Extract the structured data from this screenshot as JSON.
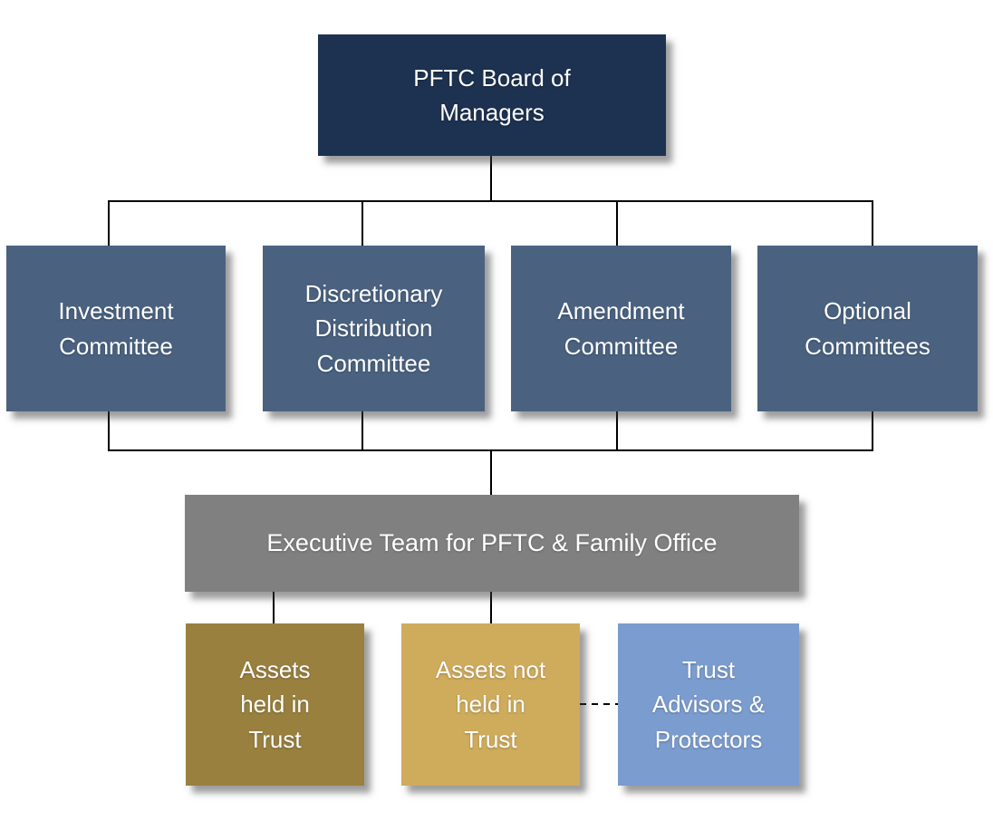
{
  "colors": {
    "background": "#ffffff",
    "connector": "#000000",
    "text": "#ffffff",
    "board_box": "#1d3150",
    "committee_box": "#4a6280",
    "executive_box": "#808080",
    "assets_held_box": "#99803f",
    "assets_not_held_box": "#cfab5c",
    "trust_advisors_box": "#7b9cce"
  },
  "org_chart": {
    "board": {
      "label": "PFTC Board of Managers",
      "lines": [
        "PFTC Board of",
        "Managers"
      ],
      "color": "#1d3150"
    },
    "investment": {
      "label": "Investment Committee",
      "lines": [
        "Investment",
        "Committee"
      ],
      "color": "#4a6280"
    },
    "discretionary": {
      "label": "Discretionary Distribution Committee",
      "lines": [
        "Discretionary",
        "Distribution",
        "Committee"
      ],
      "color": "#4a6280"
    },
    "amendment": {
      "label": "Amendment Committee",
      "lines": [
        "Amendment",
        "Committee"
      ],
      "color": "#4a6280"
    },
    "optional": {
      "label": "Optional Committees",
      "lines": [
        "Optional",
        "Committees"
      ],
      "color": "#4a6280"
    },
    "executive": {
      "label": "Executive Team for PFTC & Family Office",
      "lines": [
        "Executive Team for PFTC & Family Office"
      ],
      "color": "#808080"
    },
    "assets_held": {
      "label": "Assets held in Trust",
      "lines": [
        "Assets",
        "held in",
        "Trust"
      ],
      "color": "#99803f"
    },
    "assets_not_held": {
      "label": "Assets not held in Trust",
      "lines": [
        "Assets not",
        "held in",
        "Trust"
      ],
      "color": "#cfab5c"
    },
    "trust_advisors": {
      "label": "Trust Advisors & Protectors",
      "lines": [
        "Trust",
        "Advisors &",
        "Protectors"
      ],
      "color": "#7b9cce"
    },
    "relationships": {
      "solid": "reporting line",
      "dashed": "advisory link between Assets not held in Trust and Trust Advisors & Protectors"
    }
  }
}
